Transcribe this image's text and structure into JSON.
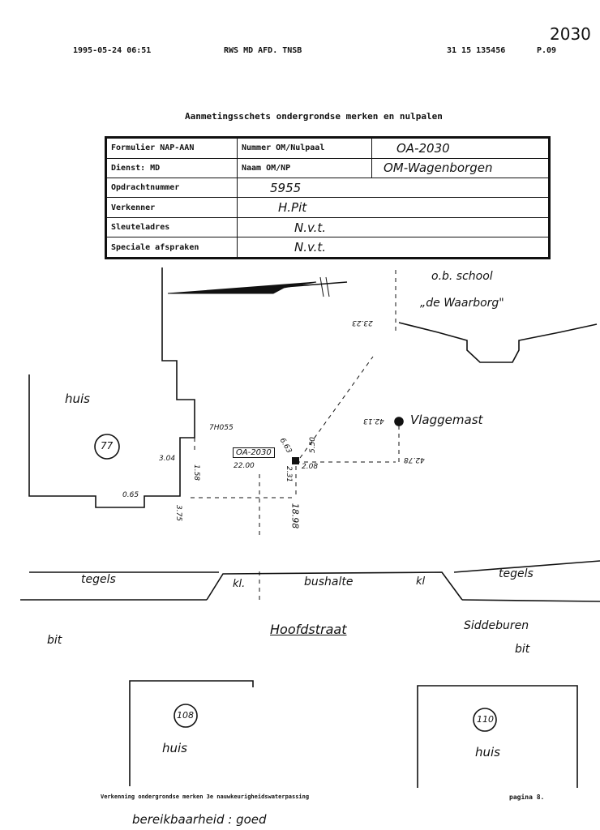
{
  "header": {
    "datetime": "1995-05-24  06:51",
    "sender": "RWS MD AFD. TNSB",
    "fax_number": "31 15 135456",
    "page": "P.09",
    "doc_number": "2030"
  },
  "title": "Aanmetingsschets ondergrondse merken en nulpalen",
  "form": {
    "rows": [
      {
        "label": "Formulier NAP-AAN",
        "mid_label": "Nummer OM/Nulpaal",
        "value": "OA-2030"
      },
      {
        "label": "Dienst: MD",
        "mid_label": "Naam OM/NP",
        "value": "OM-Wagenborgen"
      },
      {
        "label": "Opdrachtnummer",
        "mid_label": "",
        "value": "5955"
      },
      {
        "label": "Verkenner",
        "mid_label": "",
        "value": "H.Pit"
      },
      {
        "label": "Sleuteladres",
        "mid_label": "",
        "value": "N.v.t."
      },
      {
        "label": "Speciale afspraken",
        "mid_label": "",
        "value": "N.v.t."
      }
    ]
  },
  "sketch": {
    "school_line1": "o.b. school",
    "school_line2": "„de Waarborg\"",
    "dist_school": "23.23",
    "house_left": "huis",
    "house_left_no": "77",
    "tag_7h": "7H055",
    "dist_304": "3.04",
    "dist_158": "1.58",
    "dist_065": "0.65",
    "dist_375": "3.75",
    "marker_label": "OA-2030",
    "dist_2200": "22.00",
    "dist_663": "6.63",
    "dist_550": "5.50",
    "dist_231": "2.31",
    "dist_208": "2.08",
    "dist_1898": "18.98",
    "flag_label": "Vlaggemast",
    "dist_flag1": "42.13",
    "dist_flag2": "42.78",
    "tiles_left": "tegels",
    "kl_left": "kl.",
    "bus_stop": "bushalte",
    "kl_right": "kl",
    "tiles_right": "tegels",
    "main_street": "Hoofdstraat",
    "direction": "Siddeburen",
    "bit_left": "bit",
    "bit_right": "bit",
    "house_108": "108",
    "house_108_label": "huis",
    "house_110": "110",
    "house_110_label": "huis"
  },
  "footer": {
    "title": "Verkenning ondergrondse merken 3e nauwkeurigheidswaterpassing",
    "page_label": "pagina 8.",
    "accessibility": "bereikbaarheid : goed"
  }
}
